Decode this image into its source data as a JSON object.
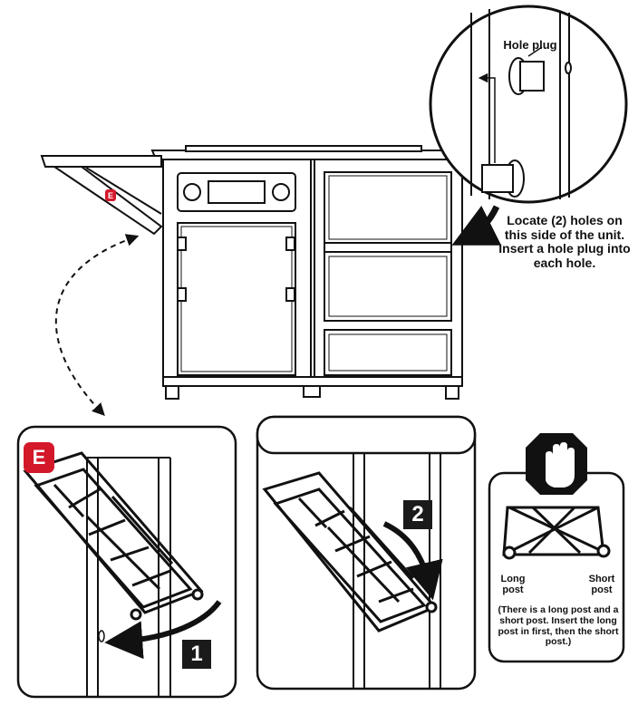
{
  "labels": {
    "hole_plug": "Hole plug",
    "instruction": "Locate (2) holes on this side of the unit. Insert a hole plug into each hole.",
    "long_post": "Long post",
    "short_post": "Short post",
    "note": "(There is a long post and a short post. Insert the long post in first, then the short post.)"
  },
  "steps": {
    "one": "1",
    "two": "2"
  },
  "part_label": "E",
  "icons": [
    "hand-stop-icon",
    "arrow-icon",
    "magnifier-callout"
  ]
}
